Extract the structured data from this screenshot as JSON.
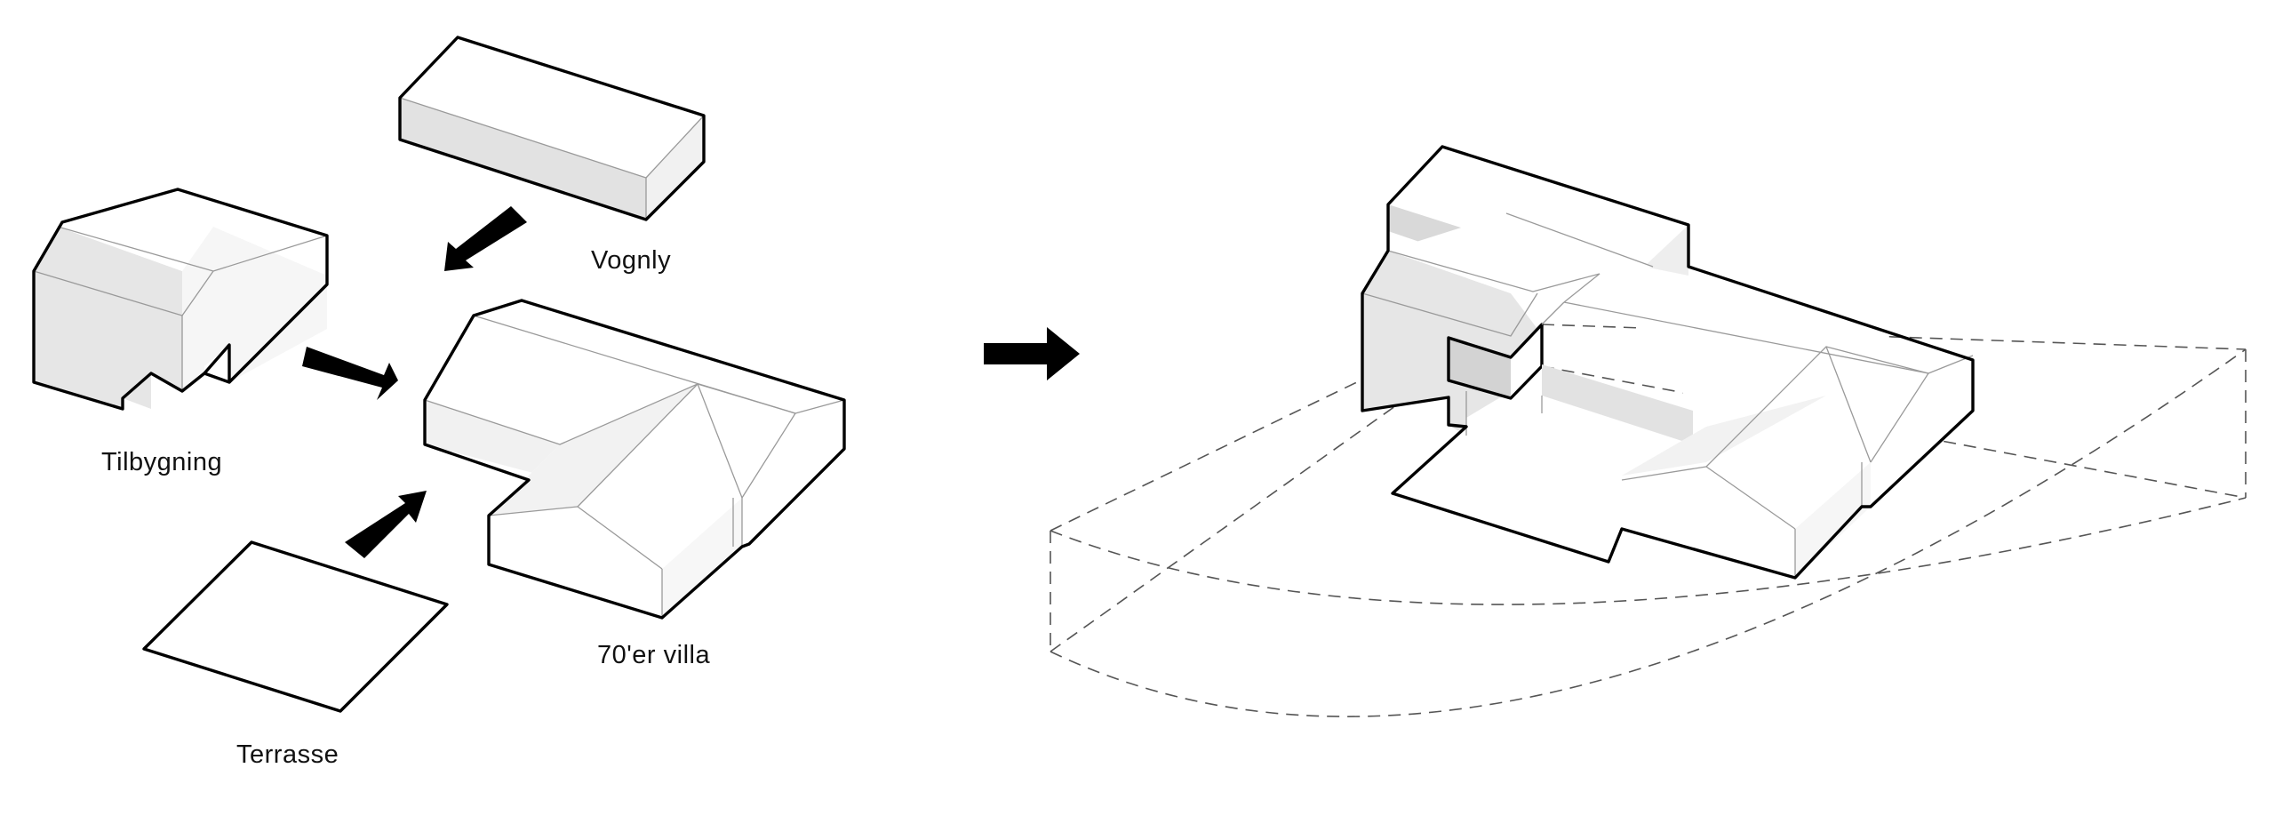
{
  "labels": {
    "vognly": "Vognly",
    "tilbygning": "Tilbygning",
    "villa": "70'er villa",
    "terrasse": "Terrasse"
  },
  "colors": {
    "outline": "#000000",
    "face_light": "#ffffff",
    "face_mid": "#f4f4f4",
    "face_shade": "#e4e4e4",
    "face_dark": "#d6d6d6",
    "dashed": "#555555"
  },
  "icons": {
    "arrow": "arrow-icon"
  }
}
